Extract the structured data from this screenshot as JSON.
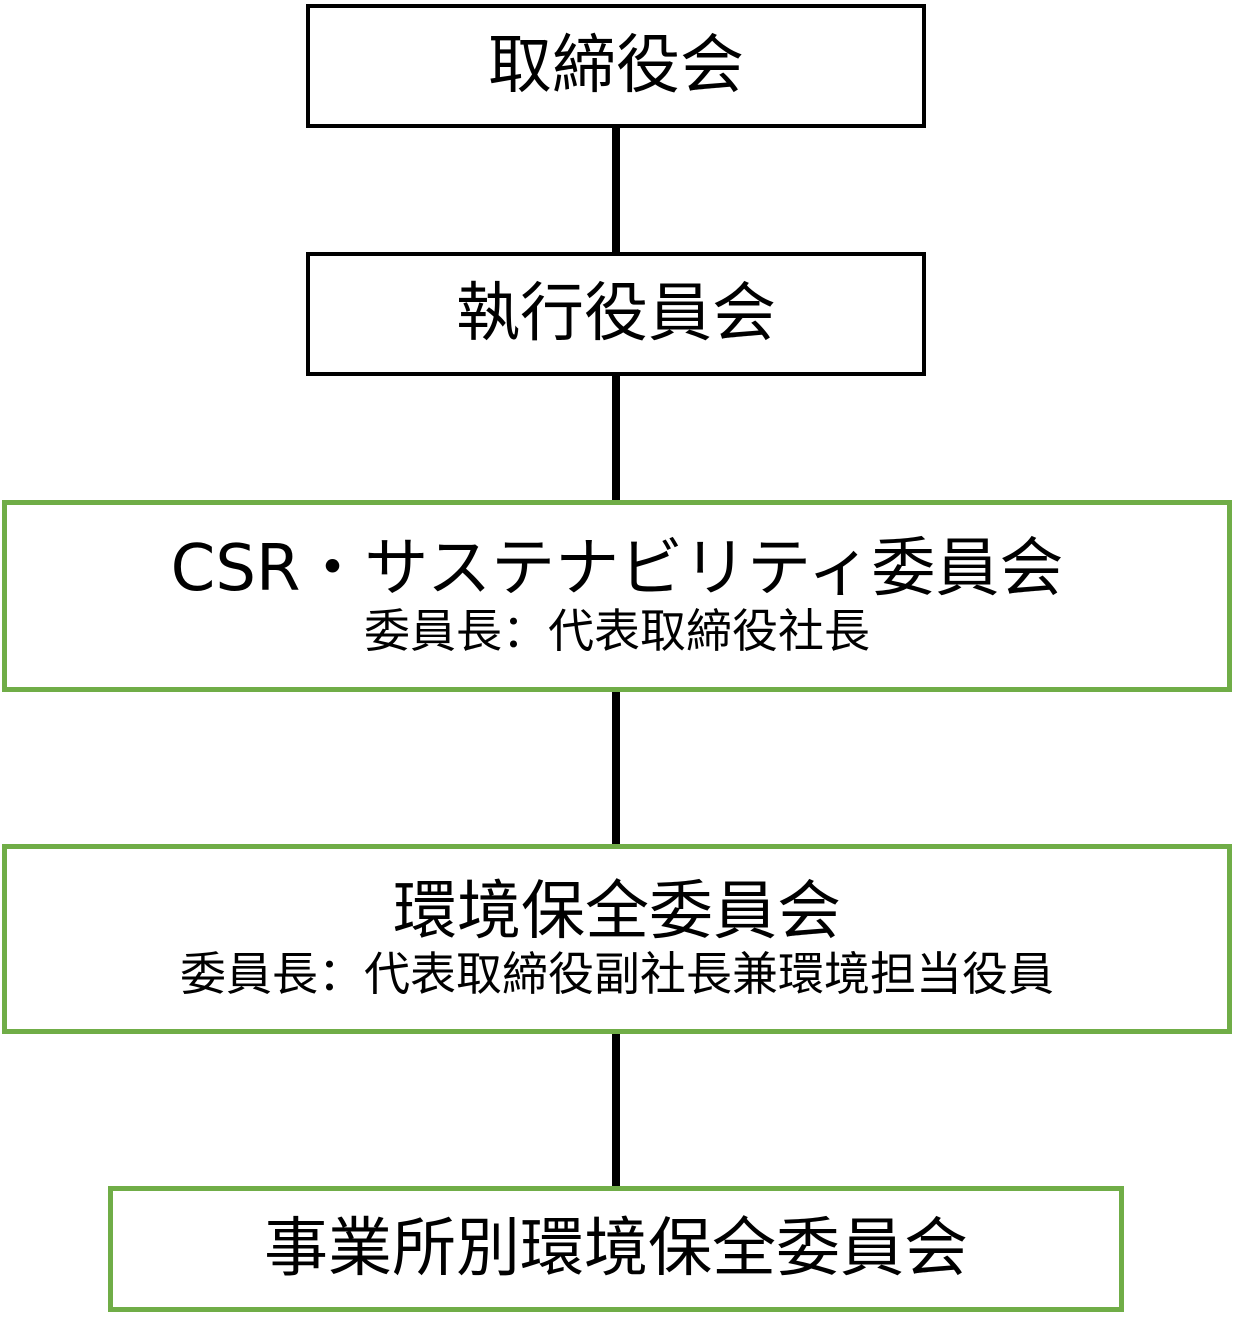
{
  "colors": {
    "line": "#000000",
    "box_border_default": "#000000",
    "box_border_accent": "#70ad47"
  },
  "nodes": {
    "board": {
      "title": "取締役会"
    },
    "executive": {
      "title": "執行役員会"
    },
    "csr": {
      "title": "CSR・サステナビリティ委員会",
      "chair": "委員長：代表取締役社長"
    },
    "environment": {
      "title": "環境保全委員会",
      "chair": "委員長：代表取締役副社長兼環境担当役員"
    },
    "site_environment": {
      "title": "事業所別環境保全委員会"
    }
  }
}
